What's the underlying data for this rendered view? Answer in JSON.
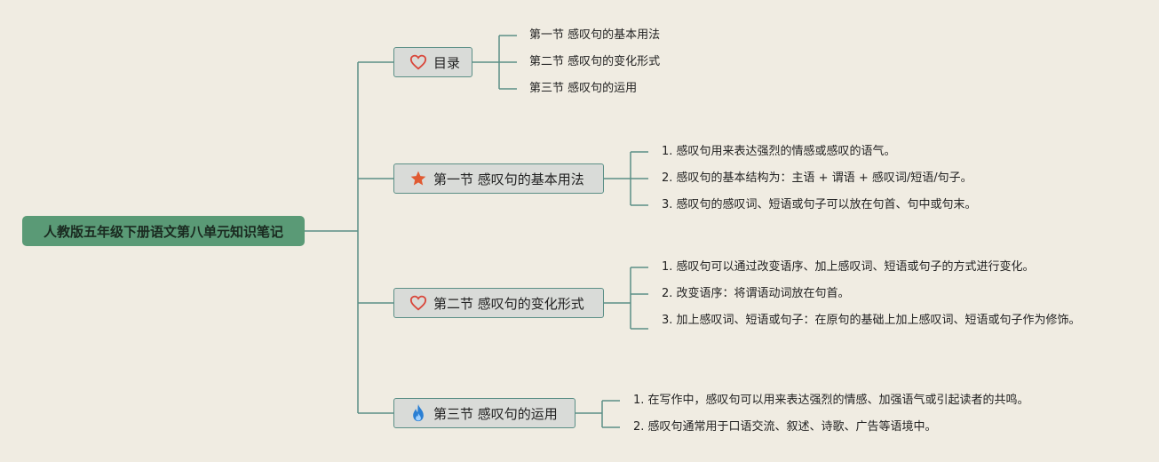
{
  "root": {
    "label": "人教版五年级下册语文第八单元知识笔记"
  },
  "branches": [
    {
      "label": "目录",
      "icon": "heart-outline-icon",
      "icon_color": "#d9463a",
      "leaves": [
        "第一节 感叹句的基本用法",
        "第二节 感叹句的变化形式",
        "第三节 感叹句的运用"
      ]
    },
    {
      "label": "第一节 感叹句的基本用法",
      "icon": "star-icon",
      "icon_color": "#e05a32",
      "leaves": [
        "1. 感叹句用来表达强烈的情感或感叹的语气。",
        "2. 感叹句的基本结构为：主语 + 谓语 + 感叹词/短语/句子。",
        "3. 感叹句的感叹词、短语或句子可以放在句首、句中或句末。"
      ]
    },
    {
      "label": "第二节 感叹句的变化形式",
      "icon": "heart-outline-icon",
      "icon_color": "#d9463a",
      "leaves": [
        "1. 感叹句可以通过改变语序、加上感叹词、短语或句子的方式进行变化。",
        "2. 改变语序：将谓语动词放在句首。",
        "3. 加上感叹词、短语或句子：在原句的基础上加上感叹词、短语或句子作为修饰。"
      ]
    },
    {
      "label": "第三节 感叹句的运用",
      "icon": "flame-icon",
      "icon_color": "#2a7fd4",
      "leaves": [
        "1. 在写作中，感叹句可以用来表达强烈的情感、加强语气或引起读者的共鸣。",
        "2. 感叹句通常用于口语交流、叙述、诗歌、广告等语境中。"
      ]
    }
  ]
}
